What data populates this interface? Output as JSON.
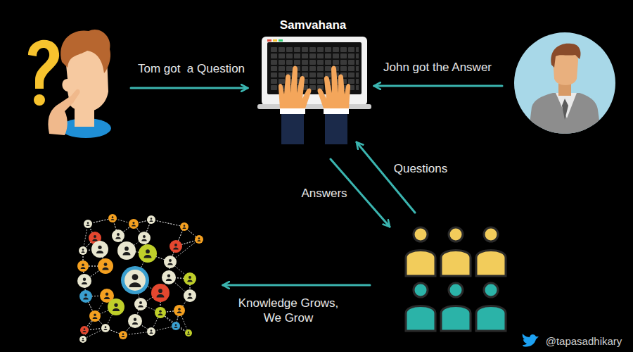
{
  "diagram": {
    "nodes": [
      {
        "text": [
          "Samvahana"
        ]
      }
    ],
    "labels": [
      "Tom got  a Question",
      "John got the Answer",
      "Questions",
      "Answers",
      "Knowledge Grows, We Grow",
      "@tapasadhikary"
    ]
  }
}
